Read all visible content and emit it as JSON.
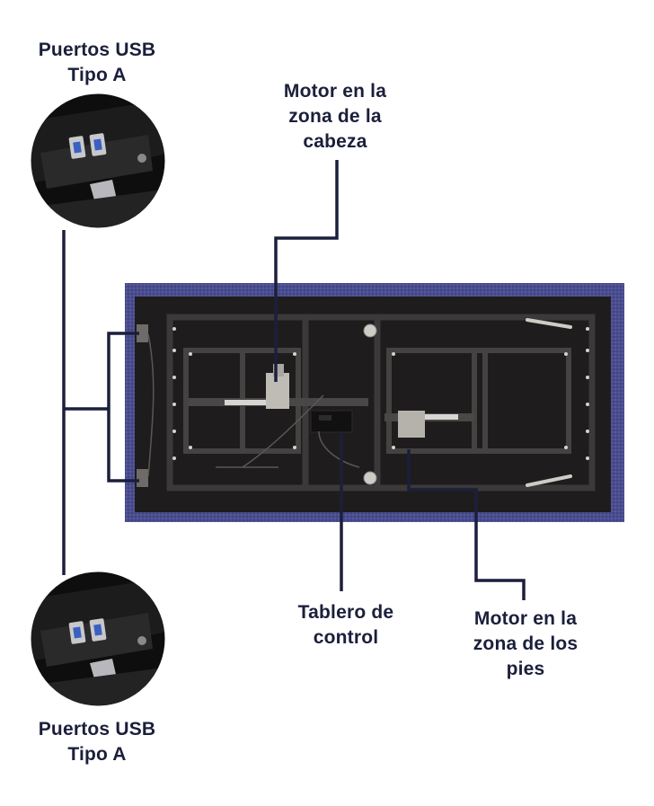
{
  "callouts": {
    "usb_top": {
      "line1": "Puertos USB",
      "line2": "Tipo A"
    },
    "motor_head": {
      "line1": "Motor en la",
      "line2": "zona de la",
      "line3": "cabeza"
    },
    "control_board": {
      "line1": "Tablero de",
      "line2": "control"
    },
    "motor_feet": {
      "line1": "Motor en la",
      "line2": "zona de los",
      "line3": "pies"
    },
    "usb_bottom": {
      "line1": "Puertos USB",
      "line2": "Tipo A"
    }
  },
  "colors": {
    "leader_line": "#1b1f3b",
    "fabric": "#4a4d8f",
    "base_panel": "#1e1c1d",
    "frame": "#3a3838",
    "motor": "#c9c6c0"
  },
  "icons": [
    "usb-port-closeup-top",
    "usb-port-closeup-bottom",
    "bed-base-photo"
  ]
}
